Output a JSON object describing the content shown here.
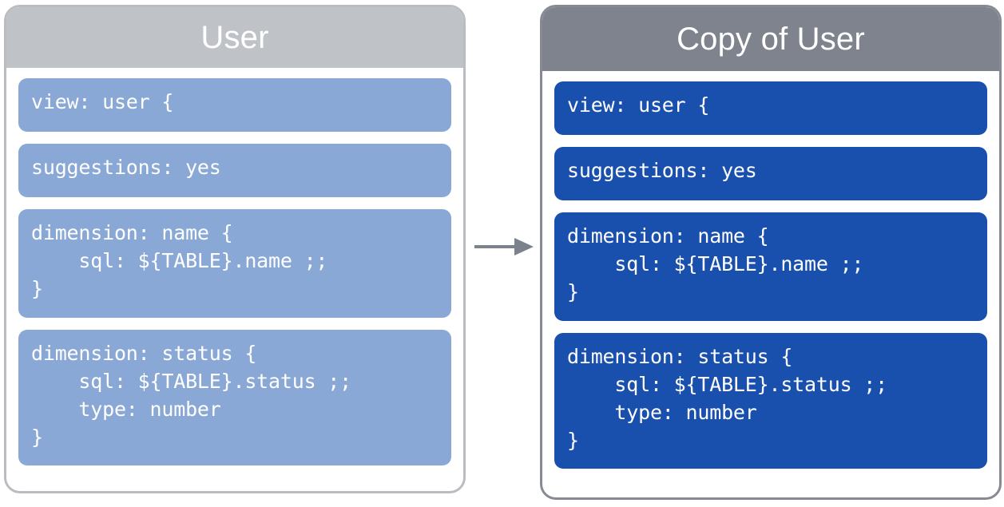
{
  "diagram": {
    "type": "before-after-copy-flow",
    "arrow": {
      "icon": "arrow-right-icon",
      "direction": "right",
      "color": "#7c828c"
    },
    "colors": {
      "left_header_bg": "#bfc3c7",
      "right_header_bg": "#7e838d",
      "left_block_bg": "#8aa8d6",
      "right_block_bg": "#1a50ad",
      "panel_border_left": "#b9bdc2",
      "panel_border_right": "#868b93",
      "panel_bg": "#ffffff",
      "text": "#ffffff"
    }
  },
  "panels": [
    {
      "id": "source",
      "title": "User",
      "blocks": [
        {
          "name": "view-declaration",
          "code": "view: user {",
          "lines": 1
        },
        {
          "name": "suggestions-parameter",
          "code": "suggestions: yes",
          "lines": 1
        },
        {
          "name": "dimension-name",
          "code": "dimension: name {\n    sql: ${TABLE}.name ;;\n}",
          "lines": 3
        },
        {
          "name": "dimension-status",
          "code": "dimension: status {\n    sql: ${TABLE}.status ;;\n    type: number\n}",
          "lines": 4
        }
      ]
    },
    {
      "id": "copy",
      "title": "Copy of User",
      "blocks": [
        {
          "name": "view-declaration",
          "code": "view: user {",
          "lines": 1
        },
        {
          "name": "suggestions-parameter",
          "code": "suggestions: yes",
          "lines": 1
        },
        {
          "name": "dimension-name",
          "code": "dimension: name {\n    sql: ${TABLE}.name ;;\n}",
          "lines": 3
        },
        {
          "name": "dimension-status",
          "code": "dimension: status {\n    sql: ${TABLE}.status ;;\n    type: number\n}",
          "lines": 4
        }
      ]
    }
  ]
}
